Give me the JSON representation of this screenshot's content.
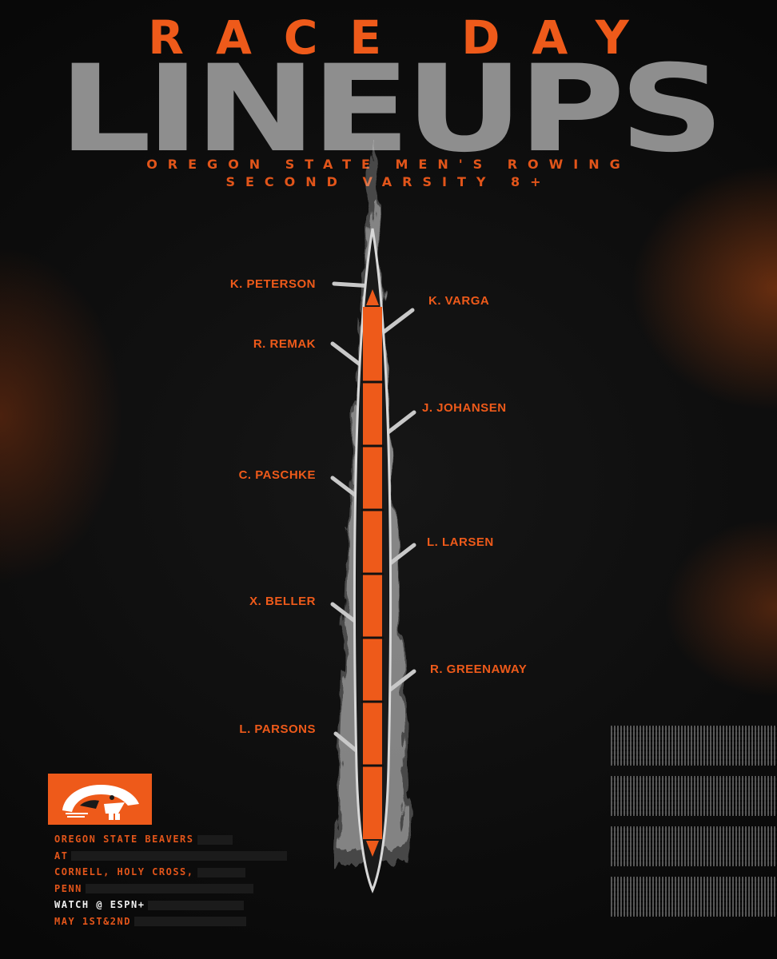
{
  "header": {
    "line1": "RACE DAY",
    "line2": "LINEUPS",
    "subtitle1": "OREGON STATE MEN'S ROWING",
    "subtitle2": "SECOND VARSITY 8+"
  },
  "crew": {
    "left": [
      "K. PETERSON",
      "R. REMAK",
      "C. PASCHKE",
      "X. BELLER",
      "L. PARSONS"
    ],
    "right": [
      "K. VARGA",
      "J. JOHANSEN",
      "L. LARSEN",
      "R. GREENAWAY"
    ]
  },
  "info": {
    "team": "OREGON STATE BEAVERS",
    "at": "AT",
    "opponents_line1": "CORNELL, HOLY CROSS,",
    "opponents_line2": "PENN",
    "watch": "WATCH @ ESPN+",
    "dates": "MAY 1ST&2ND"
  },
  "colors": {
    "accent": "#ee5a1a",
    "title_gray": "#8e8e8e",
    "background": "#0c0c0c"
  },
  "icons": {
    "logo": "beaver-logo"
  }
}
